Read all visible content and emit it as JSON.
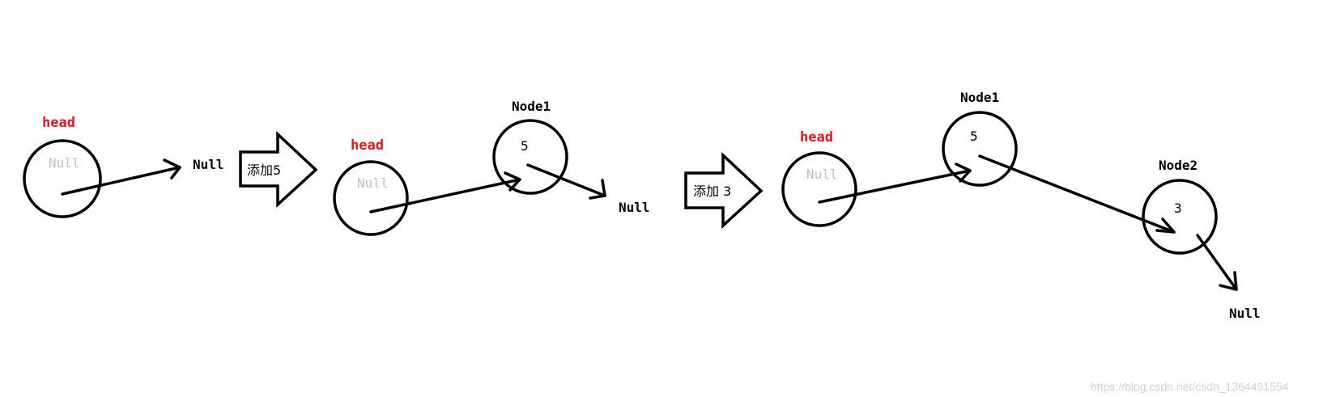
{
  "stage1": {
    "head_label": "head",
    "head_value": "Null",
    "tail_null": "Null"
  },
  "step1_label": "添加5",
  "stage2": {
    "head_label": "head",
    "head_value": "Null",
    "node1_label": "Node1",
    "node1_value": "5",
    "tail_null": "Null"
  },
  "step2_label": "添加 3",
  "stage3": {
    "head_label": "head",
    "head_value": "Null",
    "node1_label": "Node1",
    "node1_value": "5",
    "node2_label": "Node2",
    "node2_value": "3",
    "tail_null": "Null"
  },
  "watermark": "https://blog.csdn.net/csdn_1364491554",
  "colors": {
    "head": "#e8141b",
    "null_in_node": "#c0c0c0",
    "line": "#000000"
  }
}
